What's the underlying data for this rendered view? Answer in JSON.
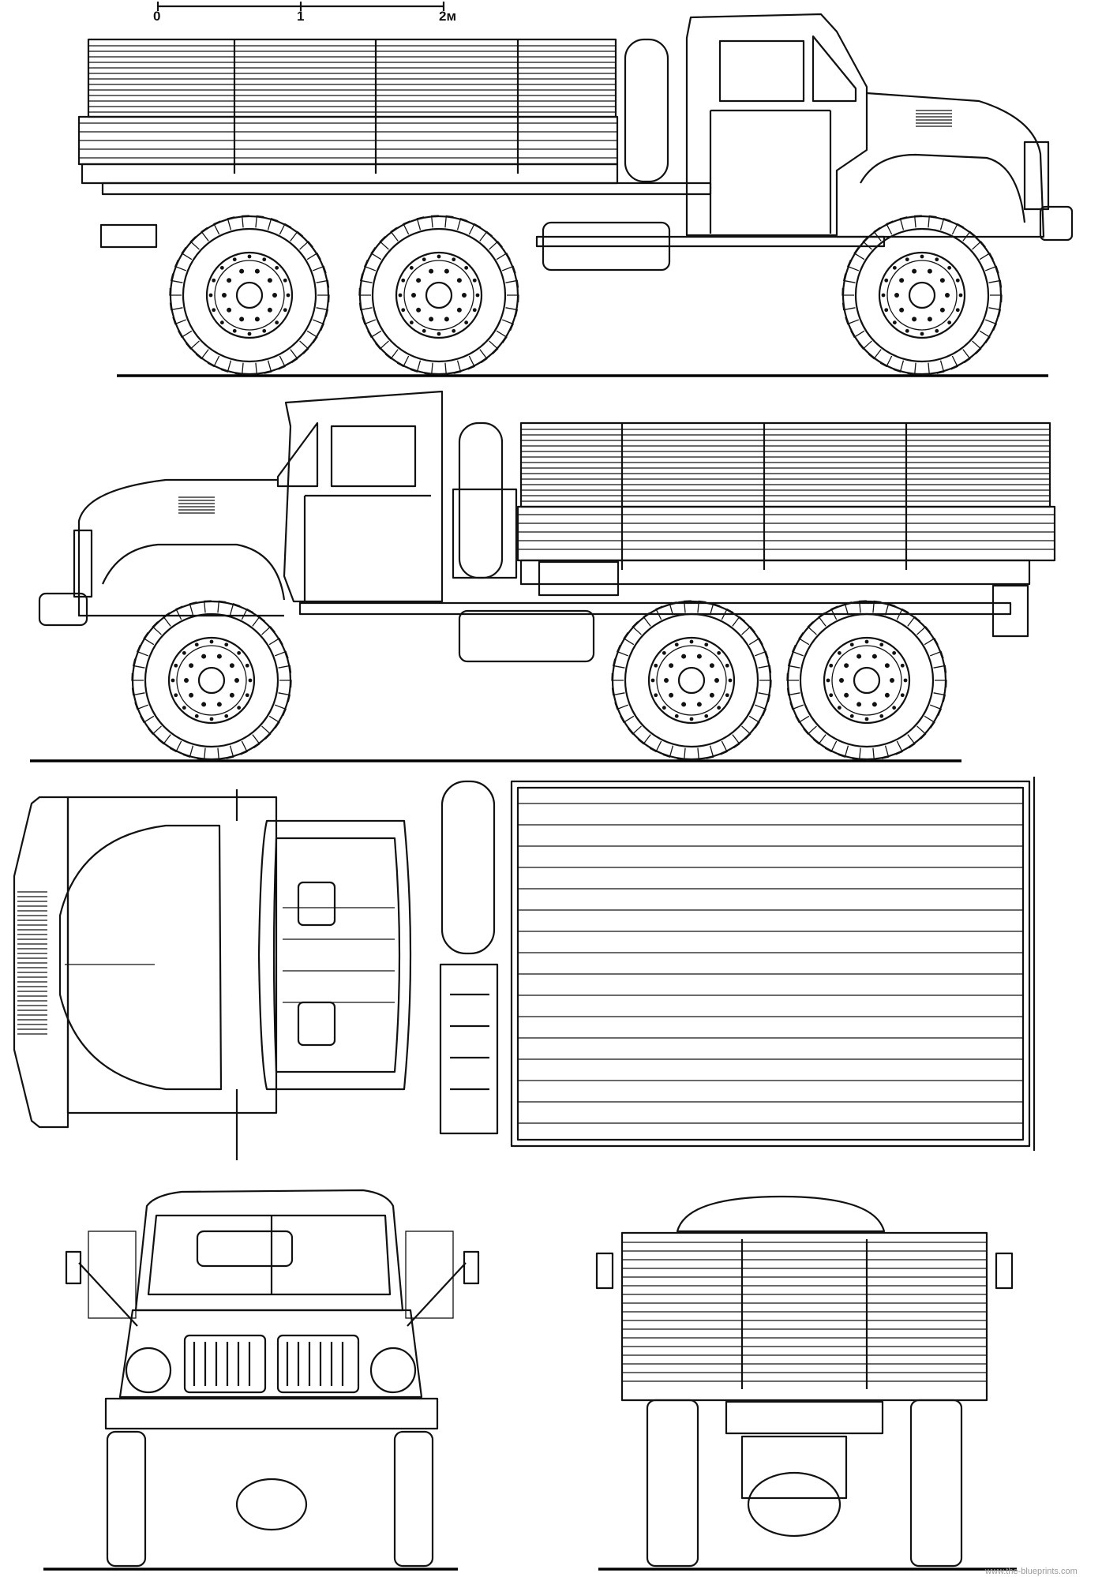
{
  "scale_bar": {
    "ticks": [
      "0",
      "1",
      "2м"
    ]
  },
  "watermark": "www.the-blueprints.com",
  "views": [
    {
      "name": "left-side-view"
    },
    {
      "name": "right-side-view"
    },
    {
      "name": "top-view"
    },
    {
      "name": "front-view"
    },
    {
      "name": "rear-view"
    }
  ],
  "colors": {
    "ink": "#111111",
    "paper": "#ffffff",
    "watermark": "#9a9a9a"
  }
}
